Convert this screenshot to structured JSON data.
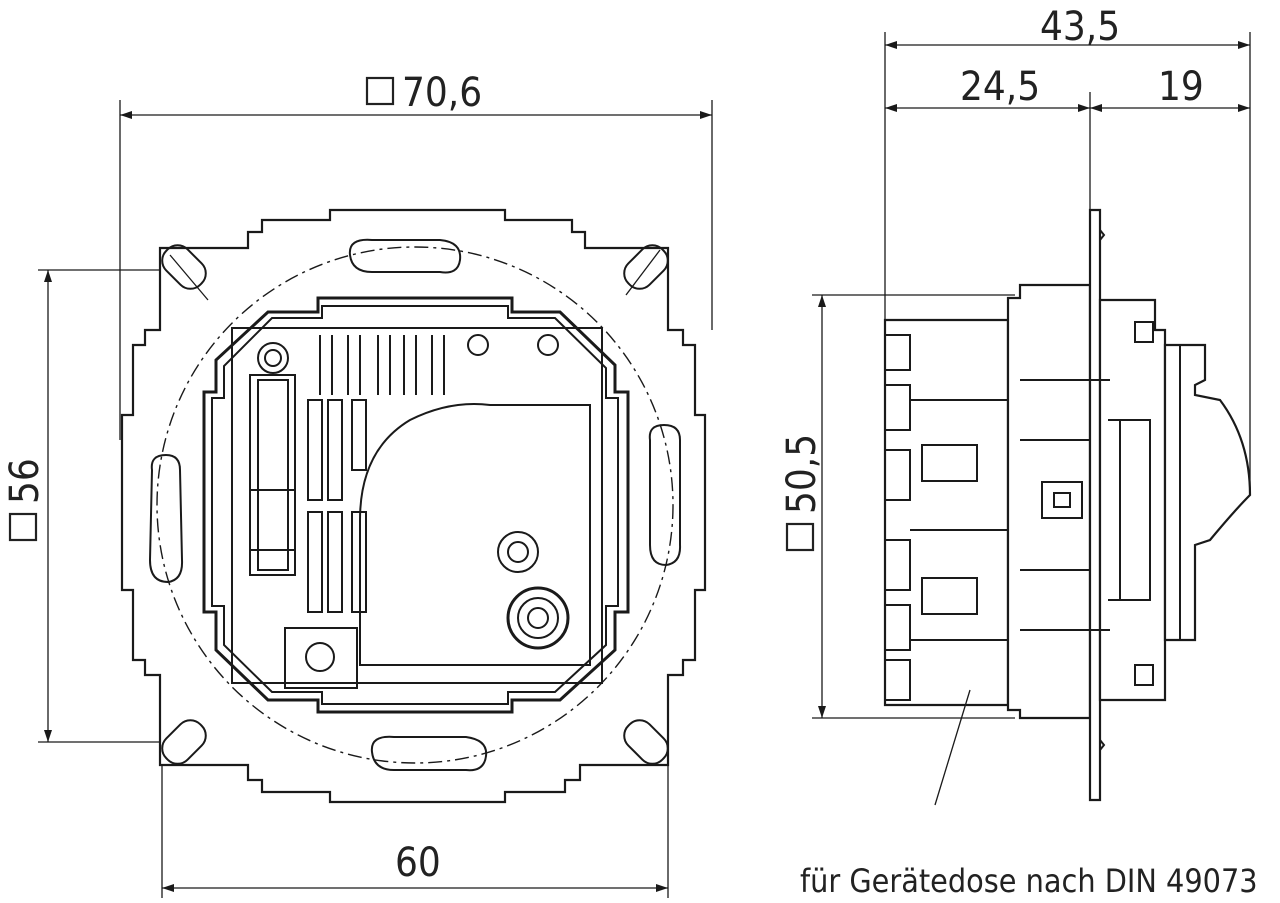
{
  "dimensions": {
    "front_width_outer": "70,6",
    "front_height": "56",
    "front_width_inner": "60",
    "side_total_depth": "43,5",
    "side_depth_front": "24,5",
    "side_depth_rear": "19",
    "side_height": "50,5"
  },
  "note": "für Gerätedose nach DIN 49073"
}
